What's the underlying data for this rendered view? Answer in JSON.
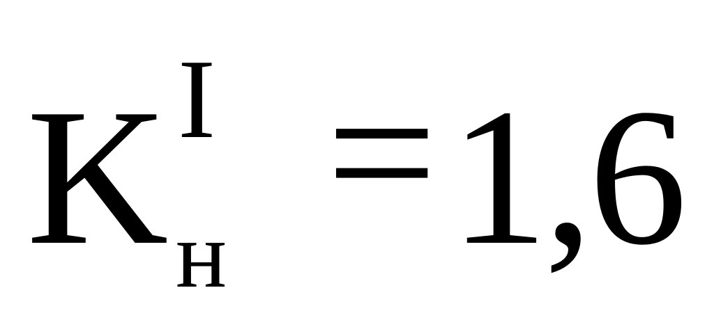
{
  "formula": {
    "base": "K",
    "superscript": "I",
    "subscript": "н",
    "operator": "=",
    "value": "1,6"
  }
}
